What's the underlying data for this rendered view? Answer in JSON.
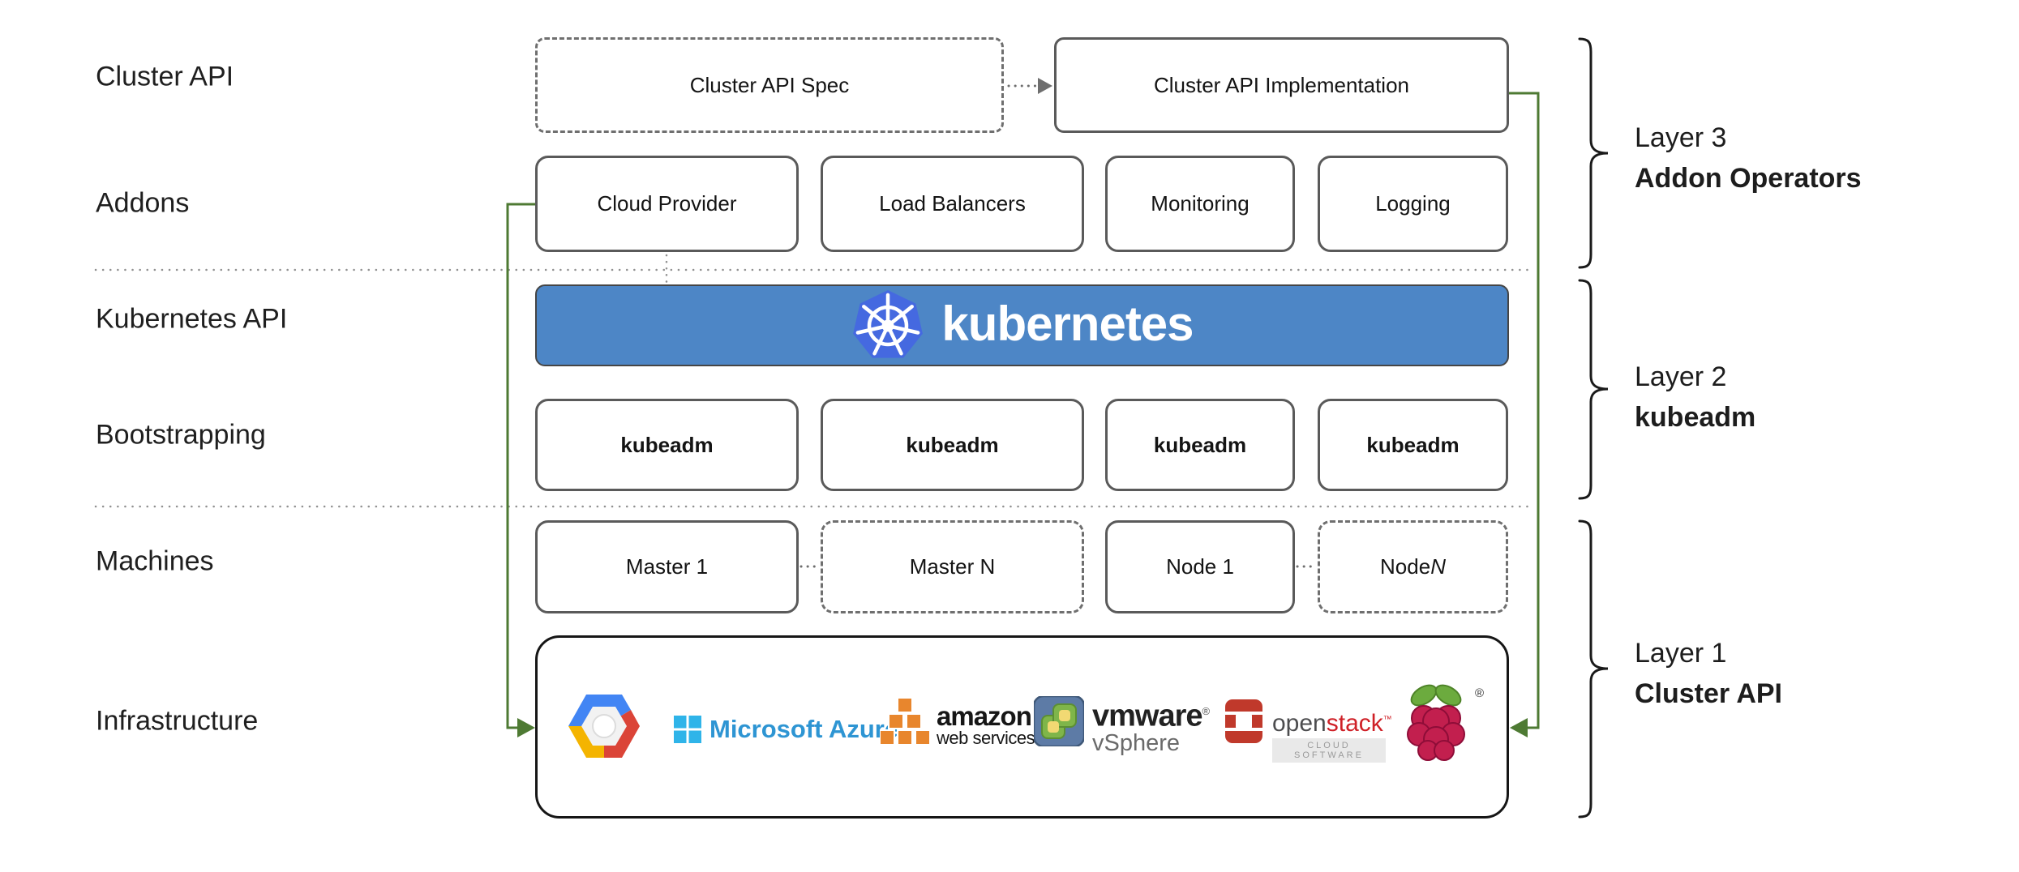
{
  "row_labels": {
    "cluster_api": "Cluster API",
    "addons": "Addons",
    "kubernetes_api": "Kubernetes API",
    "bootstrapping": "Bootstrapping",
    "machines": "Machines",
    "infrastructure": "Infrastructure"
  },
  "top_row": {
    "spec": "Cluster API Spec",
    "implementation": "Cluster API Implementation"
  },
  "addons_row": {
    "boxes": [
      "Cloud Provider",
      "Load Balancers",
      "Monitoring",
      "Logging"
    ]
  },
  "kubernetes_bar": {
    "wordmark": "kubernetes"
  },
  "bootstrapping_row": {
    "boxes": [
      "kubeadm",
      "kubeadm",
      "kubeadm",
      "kubeadm"
    ]
  },
  "machines_row": {
    "box1": "Master 1",
    "box2": "Master N",
    "box3": "Node 1",
    "box4_prefix": "Node ",
    "box4_n": "N"
  },
  "layers": {
    "layer3": {
      "line1": "Layer 3",
      "line2": "Addon Operators"
    },
    "layer2": {
      "line1": "Layer 2",
      "line2": "kubeadm"
    },
    "layer1": {
      "line1": "Layer 1",
      "line2": "Cluster API"
    }
  },
  "infrastructure_box": {
    "azure_text": "Microsoft Azure",
    "aws_line1": "amazon",
    "aws_line2": "web services",
    "vmware_line1": "vmware",
    "vmware_reg": "®",
    "vmware_line2": "vSphere",
    "openstack_open": "open",
    "openstack_stack": "stack",
    "openstack_tm": "™",
    "openstack_sub": "CLOUD SOFTWARE",
    "raspberry_reg": "®",
    "logos": [
      "google-cloud",
      "microsoft-azure",
      "amazon-web-services",
      "vmware-vsphere",
      "openstack",
      "raspberry-pi"
    ]
  },
  "colors": {
    "accent_green": "#4e7a33",
    "kubernetes_bar_blue": "#4d86c6",
    "kubernetes_heptagon_blue": "#4569e0",
    "box_border_gray": "#5a5a5a",
    "bracket_black": "#1a1a1a",
    "dotted_line_gray": "#909090",
    "arrow_gray": "#6e6e6e",
    "gcp_blue": "#4285f4",
    "gcp_red": "#db4437",
    "gcp_yellow": "#f4b400",
    "windows_flag_blue": "#2fb4e9",
    "azure_text_blue": "#2e95d3",
    "aws_orange": "#e8862d",
    "vmware_slate_blue": "#5d7ba6",
    "vmware_green": "#7fb54a",
    "vmware_yellow": "#f2d973",
    "openstack_red": "#c0392b",
    "raspberry_crimson": "#c21f4e",
    "raspberry_leaf_green": "#6cab3e"
  }
}
